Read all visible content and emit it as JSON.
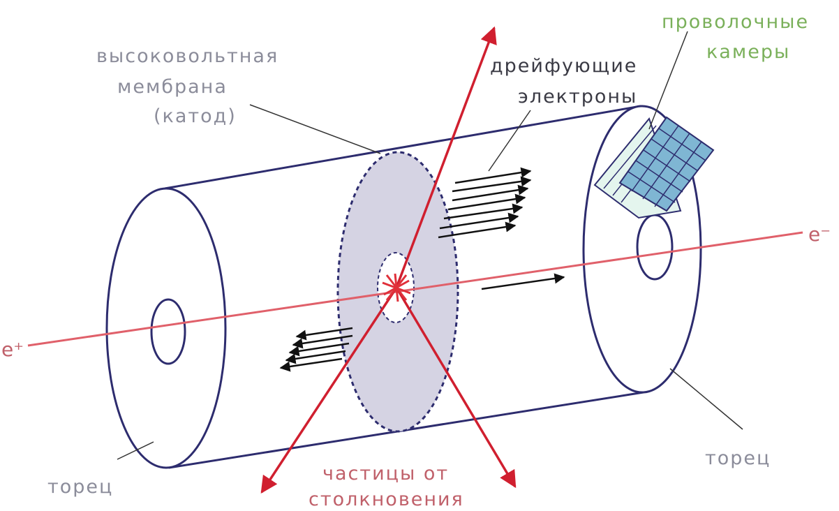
{
  "labels": {
    "membrane": [
      "высоковольтная",
      "мембрана",
      "(катод)"
    ],
    "drift": [
      "дрейфующие",
      "электроны"
    ],
    "wire_chambers": [
      "проволочные",
      "камеры"
    ],
    "particles": [
      "частицы от",
      "столкновения"
    ],
    "endcap_left": "торец",
    "endcap_right": "торец",
    "positron": "e⁺",
    "electron": "e⁻"
  },
  "colors": {
    "outline": "#2d2c6e",
    "beam": "#e0606a",
    "particle": "#d01f2f",
    "membrane_fill": "#d5d3e3",
    "chamber_fill": "#7fb6d3",
    "green_text": "#7ab05a",
    "grey_text": "#8b8c9a"
  }
}
